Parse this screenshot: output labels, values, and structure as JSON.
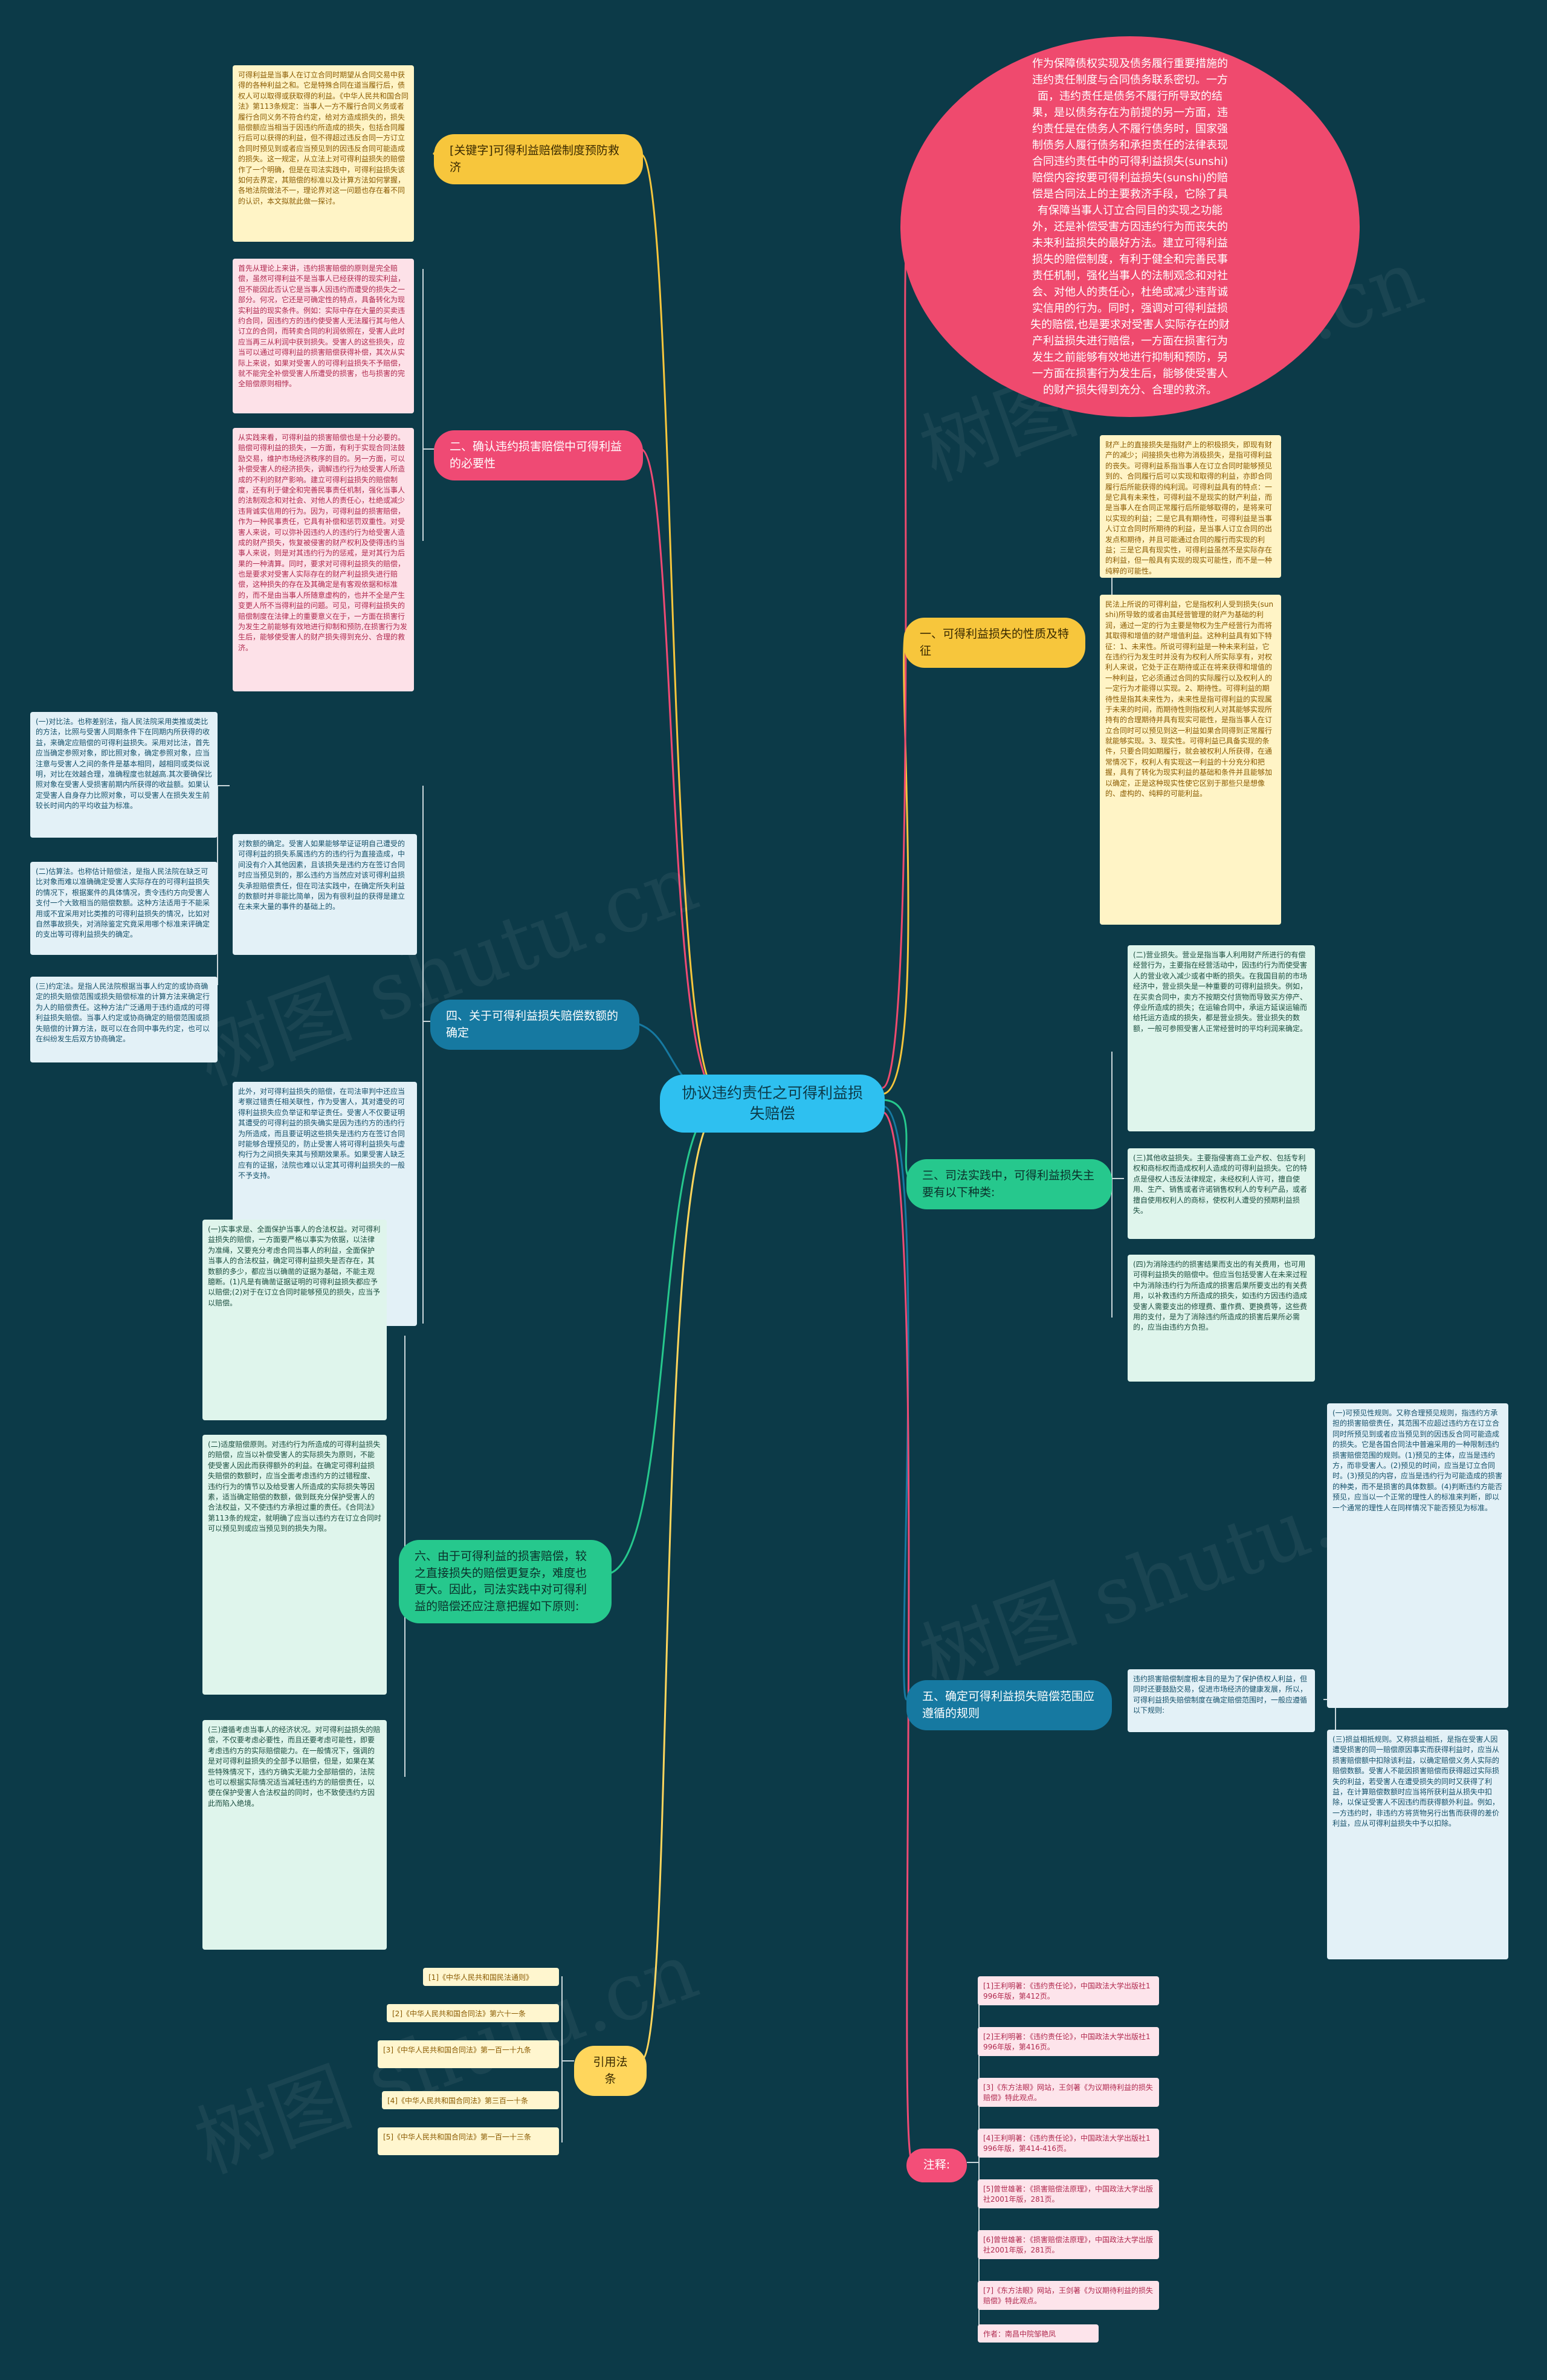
{
  "center": {
    "title": "协议违约责任之可得利益损失赔偿"
  },
  "intro": "作为保障债权实现及债务履行重要措施的违约责任制度与合同债务联系密切。一方面，违约责任是债务不履行所导致的结果，是以债务存在为前提的另一方面，违约责任是在债务人不履行债务时，国家强制债务人履行债务和承担责任的法律表现合同违约责任中的可得利益损失(sunshi)赔偿内容按要可得利益损失(sunshi)的赔偿是合同法上的主要救济手段，它除了具有保障当事人订立合同目的实现之功能外，还是补偿受害方因违约行为而丧失的未来利益损失的最好方法。建立可得利益损失的赔偿制度，有利于健全和完善民事责任机制，强化当事人的法制观念和对社会、对他人的责任心，杜绝或减少违背诚实信用的行为。同时，强调对可得利益损失的赔偿,也是要求对受害人实际存在的财产利益损失进行赔偿，一方面在损害行为发生之前能够有效地进行抑制和预防，另一方面在损害行为发生后，能够使受害人的财产损失得到充分、合理的救济。",
  "branches": {
    "keywords": {
      "label": "[关键字]可得利益赔偿制度预防救济",
      "leaves": [
        "可得利益是当事人在订立合同时期望从合同交易中获得的各种利益之和。它是特殊合同在道当履行后，债权人可以取得或获取得的利益。《中华人民共和国合同法》第113条规定：当事人一方不履行合同义务或者履行合同义务不符合约定，给对方造成损失的，损失赔偿额应当相当于因违约所造成的损失，包括合同履行后可以获得的利益，但不得超过违反合同一方订立合同时预见到或者应当预见到的因违反合同可能造成的损失。这一规定，从立法上对可得利益损失的赔偿作了一个明确，但是在司法实践中，可得利益损失该如何去界定，其赔偿的标准以及计算方法如何掌握，各地法院做法不一，理论界对这一问题也存在着不同的认识，本文拟就此做一探讨。"
      ]
    },
    "necessity": {
      "label": "二、确认违约损害赔偿中可得利益的必要性",
      "leaves": [
        "首先从理论上来讲，违约损害赔偿的原则是完全赔偿，虽然可得利益不是当事人已经获得的现实利益，但不能因此否认它是当事人因违约而遭受的损失之一部分。何况，它还是可确定性的特点，具备转化为现实利益的现实条件。例如：实际中存在大量的买卖违约合同，因违约方的违约使受害人无法履行其与他人订立的合同，而转卖合同的利润依照在，受害人此时应当再三从利润中获到损失。受害人的这些损失，应当可以通过可得利益的损害赔偿获得补偿，其次从实际上来说，如果对受害人的可得利益损失不予赔偿，就不能完全补偿受害人所遭受的损害，也与损害的完全赔偿原则相悖。",
        "从实践来看，可得利益的损害赔偿也是十分必要的。赔偿可得利益的损失，一方面，有利于实现合同法鼓励交易，维护市场经济秩序的目的。另一方面，可以补偿受害人的经济损失，调解违约行为给受害人所造成的不利的财产影响。建立可得利益损失的赔偿制度，还有利于健全和完善民事责任机制，强化当事人的法制观念和对社会、对他人的责任心，杜绝或减少违背诚实信用的行为。因为，可得利益的损害赔偿，作为一种民事责任，它具有补偿和惩罚双重性。对受害人来说，可以弥补因违约人的违约行为给受害人造成的财产损失，恢复被侵害的财产权利及使得违约当事人来说，则是对其违约行为的惩戒，是对其行为后果的一种清算。同时，要求对可得利益损失的赔偿，也是要求对受害人实际存在的财产利益损失进行赔偿，这种损失的存在及其确定是有客观依据和标准的，而不是由当事人所随意虚构的，也并不全是产生变更人所不当得利益的问题。可见，可得利益损失的赔偿制度在法律上的重要意义在于，一方面在损害行为发生之前能够有效地进行抑制和预防,在损害行为发生后，能够使受害人的财产损失得到充分、合理的救济。"
      ]
    },
    "calc": {
      "label": "四、关于可得利益损失赔偿数额的确定",
      "sub": [
        "(一)对比法。也称差别法，指人民法院采用类推或类比的方法，比照与受害人同期条件下在同期内所获得的收益，来确定应赔偿的可得利益损失。采用对比法，首先应当确定参照对象，即比照对象，确定参照对象，应当注意与受害人之间的条件是基本相同，越相同或类似说明，对比在效越合理，准确程度也就越高.其次要确保比照对象在受害人受损害前期内所获得的收益额。如果认定受害人自身存力比照对象，可以受害人在损失发生前较长时间内的平均收益为标准。",
        "(二)估算法。也称估计赔偿法，是指人民法院在缺乏可比对象而难以准确确定受害人实际存在的可得利益损失的情况下，根据案件的具体情况，责令违约方向受害人支付一个大致相当的赔偿数额。这种方法适用于不能采用或不宜采用对比类推的可得利益损失的情况，比如对自然事故损失，对消除鉴定究竟采用哪个标准来评确定的支出等可得利益损失的确定。",
        "(三)约定法。是指人民法院根据当事人约定的或协商确定的损失赔偿范围或损失赔偿标准的计算方法来确定行为人的赔偿责任。这种方法广泛通用于违约造成的可得利益损失赔偿。当事人约定或协商确定的赔偿范围或损失赔偿的计算方法，既可以在合同中事先约定，也可以在纠纷发生后双方协商确定。"
      ],
      "leaves": [
        "对数额的确定。受害人如果能够举证证明自己遭受的可得利益的损失系属违约方的违约行为直接造成，中间没有介入其他因素，且该损失是违约方在签订合同时应当预见到的，那么违约方当然应对该可得利益损失承担赔偿责任，但在司法实践中，在确定所失利益的数额时并非能比简单，因为有很利益的获得是建立在未来大量的事件的基础上的。",
        "此外，对可得利益损失的赔偿，在司法审判中还应当考察过错责任相关联性，作为受害人，其对遭受的可得利益损失应负举证和举证责任。受害人不仅要证明其遭受的可得利益的损失确实是因为违约方的违约行为所造成，而且要证明这些损失是违约方在签订合同时能够合理预见的，防止受害人将可得利益损失与虚构行为之间损失来其与预期效果系。如果受害人缺乏应有的证据，法院也难以认定其可得利益损失的一般不予支持。"
      ]
    },
    "concept": {
      "label": "一、可得利益损失的性质及特征",
      "leaves": [
        "财产上的直接损失是指财产上的积极损失，即现有财产的减少；间接损失也称为消极损失，是指可得利益的丧失。可得利益系指当事人在订立合同时能够预见到的、合同履行后可以实现和取得的利益，亦即合同履行后所能获得的纯利润。可得利益具有的特点：一是它具有未来性，可得利益不是现实的财产利益，而是当事人在合同正常履行后所能够取得的，是将来可以实现的利益；二是它具有期待性，可得利益是当事人订立合同时所期待的利益，是当事人订立合同的出发点和期待，并且可能通过合同的履行而实现的利益；三是它具有现实性，可得利益虽然不是实际存在的利益，但一般具有实现的现实可能性，而不是一种纯粹的可能性。",
        "民法上所说的可得利益，它是指权利人受到损失(sunshi)所导致的或者由其经营管理的财产为基础的利润，通过一定的行为主要是物权为生产经营行为而将其取得和增值的财产增值利益。这种利益具有如下特征：1、未来性。所说可得利益是一种未来利益，它在违约行为发生时并没有为权利人所实际享有，对权利人来说，它处于正在期待或正在将来获得和增值的一种利益，它必须通过合同的实际履行以及权利人的一定行为才能得以实现。2、期待性。可得利益的期待性是指其未来性为，未来性是指可得利益的实现属于未来的时间，而期待性则指权利人对其能够实现所持有的合理期待并具有现实可能性，是指当事人在订立合同时可以预见到这一利益如果合同得到正常履行就能够实现。3、现实性。可得利益已具备实现的条件，只要合同如期履行，就会被权利人所获得，在通常情况下，权利人有实现这一利益的十分充分和把握，具有了转化为现实利益的基础和条件并且能够加以确定，正是这种现实性使它区别于那些只是想像的、虚构的、纯粹的可能利益。"
      ]
    },
    "practice": {
      "label": "三、司法实践中，可得利益损失主要有以下种类:",
      "leaves": [
        "(二)营业损失。营业是指当事人利用财产所进行的有偿经营行为，主要指在经营活动中，因违约行为而使受害人的营业收入减少或者中断的损失。在我国目前的市场经济中，营业损失是一种重要的可得利益损失。例如，在买卖合同中，卖方不按期交付货物而导致买方停产、停业所造成的损失；在运输合同中，承运方延误运输而给托运方造成的损失，都是营业损失。营业损失的数额，一般可参照受害人正常经营时的平均利润来确定。",
        "(三)其他收益损失。主要指侵害商工业产权、包括专利权和商标权而造成权利人造成的可得利益损失。它的特点是侵权人违反法律规定，未经权利人许可，擅自使用、生产、销售或者许诺销售权利人的专利产品，或者擅自使用权利人的商标，使权利人遭受的预期利益损失。",
        "(四)为消除违约的损害结果而支出的有关费用，也可用可得利益损失的赔偿中。但应当包括受害人在未来过程中为消除违约行为所造成的损害后果所要支出的有关费用，以补救违约方所造成的损失，如违约方因违约造成受害人需要支出的修理费、重作费、更换费等，这些费用的支付，是为了消除违约所造成的损害后果所必需的，应当由违约方负担。"
      ]
    },
    "principles": {
      "label": "五、确定可得利益损失赔偿范围应遵循的规则",
      "intro": "违约损害赔偿制度根本目的是为了保护债权人利益，但同时还要鼓励交易，促进市场经济的健康发展，所以，可得利益损失赔偿制度在确定赔偿范围时，一般应遵循以下规则:",
      "leaves": [
        "(一)可预见性规则。又称合理预见规则，指违约方承担的损害赔偿责任，其范围不应超过违约方在订立合同时所预见到或者应当预见到的因违反合同可能造成的损失。它是各国合同法中普遍采用的一种限制违约损害赔偿范围的规则。(1)预见的主体，应当是违约方，而非受害人。(2)预见的时间，应当是订立合同时。(3)预见的内容，应当是违约行为可能造成的损害的种类，而不是损害的具体数额。(4)判断违约方能否预见，应当以一个正常的理性人的标准来判断，即以一个通常的理性人在同样情况下能否预见为标准。",
        "(三)损益相抵规则。又称损益相抵，是指在受害人因遭受损害的同一赔偿原因事实而获得利益时，应当从损害赔偿额中扣除该利益，以确定赔偿义务人实际的赔偿数额。受害人不能因损害赔偿而获得超过实际损失的利益，若受害人在遭受损失的同时又获得了利益，在计算赔偿数额时应当将所获利益从损失中扣除，以保证受害人不因违约而获得额外利益。例如，一方违约时，非违约方将货物另行出售而获得的差价利益，应从可得利益损失中予以扣除。"
      ]
    },
    "mitigation": {
      "label": "六、由于可得利益的损害赔偿，较之直接损失的赔偿更复杂，难度也更大。因此，司法实践中对可得利益的赔偿还应注意把握如下原则:",
      "leaves": [
        "(一)实事求是、全面保护当事人的合法权益。对可得利益损失的赔偿，一方面要严格以事实为依据，以法律为准绳，又要充分考虑合同当事人的利益，全面保护当事人的合法权益，确定可得利益损失是否存在，其数额的多少，都应当以确凿的证据为基础，不能主观臆断。(1)凡是有确凿证据证明的可得利益损失都应予以赔偿;(2)对于在订立合同时能够预见的损失，应当予以赔偿。",
        "(二)适度赔偿原则。对违约行为所造成的可得利益损失的赔偿，应当以补偿受害人的实际损失为原则，不能使受害人因此而获得额外的利益。在确定可得利益损失赔偿的数额时，应当全面考虑违约方的过错程度、违约行为的情节以及给受害人所造成的实际损失等因素，适当确定赔偿的数额，做到既充分保护受害人的合法权益，又不使违约方承担过重的责任。《合同法》第113条的规定，就明确了应当以违约方在订立合同时可以预见到或应当预见到的损失为限。",
        "(三)遵循考虑当事人的经济状况。对可得利益损失的赔偿，不仅要考虑必要性，而且还要考虑可能性，即要考虑违约方的实际赔偿能力。在一般情况下，强调的是对可得利益损失的全部予以赔偿，但是，如果在某些特殊情况下，违约方确实无能力全部赔偿的，法院也可以根据实际情况适当减轻违约方的赔偿责任，以便在保护受害人合法权益的同时，也不致使违约方因此而陷入绝境。"
      ]
    },
    "laws": {
      "label": "引用法条",
      "leaves": [
        "[1]《中华人民共和国民法通则》",
        "[2]《中华人民共和国合同法》第六十一条",
        "[3]《中华人民共和国合同法》第一百一十九条",
        "[4]《中华人民共和国合同法》第三百一十条",
        "[5]《中华人民共和国合同法》第一百一十三条"
      ]
    },
    "notes": {
      "label": "注释:",
      "leaves": [
        "[1]王利明著：《违约责任论》，中国政法大学出版社1996年版，第412页。",
        "[2]王利明著：《违约责任论》，中国政法大学出版社1996年版，第416页。",
        "[3]《东方法眼》网站，王剑著《为议期待利益的损失赔偿》特此观点。",
        "[4]王利明著：《违约责任论》，中国政法大学出版社1996年版，第414-416页。",
        "[5]曾世雄著：《损害赔偿法原理》，中国政法大学出版社2001年版，281页。",
        "[6]曾世雄著：《损害赔偿法原理》，中国政法大学出版社2001年版，281页。",
        "[7]《东方法眼》网站，王剑著《为议期待利益的损失赔偿》特此观点。",
        "作者：南昌中院邹艳凤"
      ]
    }
  },
  "colors": {
    "background": "#0c3a48",
    "center": "#2ec0f0",
    "yellow": "#f7c63c",
    "pink": "#ef4a74",
    "blue": "#1679a1",
    "green": "#26c88d"
  },
  "watermark": "树图 shutu.cn"
}
